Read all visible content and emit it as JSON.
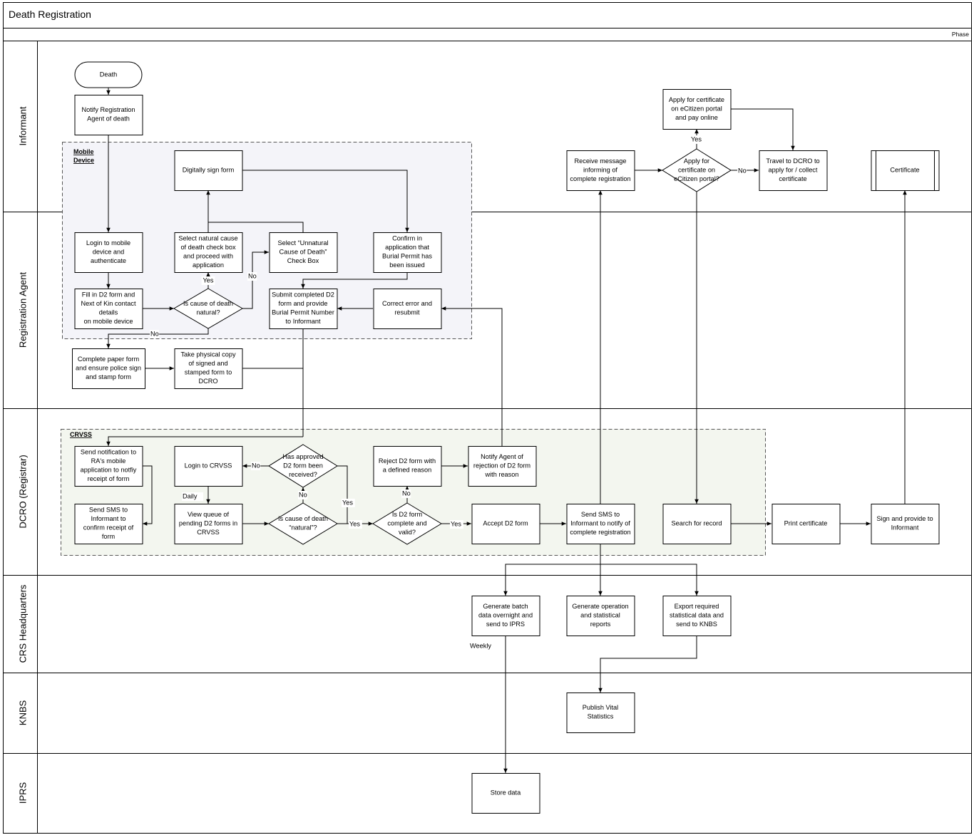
{
  "title": "Death Registration",
  "phase_label": "Phase",
  "lanes": [
    {
      "id": "informant",
      "label": "Informant"
    },
    {
      "id": "agent",
      "label": "Registration Agent"
    },
    {
      "id": "dcro",
      "label": "DCRO (Registrar)"
    },
    {
      "id": "hq",
      "label": "CRS Headquarters"
    },
    {
      "id": "knbs",
      "label": "KNBS"
    },
    {
      "id": "iprs",
      "label": "IPRS"
    }
  ],
  "groups": [
    {
      "id": "mobile",
      "label": [
        "Mobile",
        "Device"
      ]
    },
    {
      "id": "crvss",
      "label": [
        "CRVSS"
      ]
    }
  ],
  "nodes": [
    {
      "id": "death",
      "shape": "terminator",
      "lines": [
        "Death"
      ]
    },
    {
      "id": "notify_agent",
      "shape": "process",
      "lines": [
        "Notify Registration",
        "Agent of death"
      ]
    },
    {
      "id": "digital_sign",
      "shape": "process",
      "lines": [
        "Digitally sign form"
      ]
    },
    {
      "id": "login_mobile",
      "shape": "process",
      "lines": [
        "Login to mobile",
        "device and",
        "authenticate"
      ]
    },
    {
      "id": "select_natural",
      "shape": "process",
      "lines": [
        "Select natural cause",
        "of death check box",
        "and proceed with",
        "application"
      ]
    },
    {
      "id": "select_unnatural",
      "shape": "process",
      "lines": [
        "Select “Unnatural",
        "Cause of Death”",
        "Check Box"
      ]
    },
    {
      "id": "confirm_permit",
      "shape": "process",
      "lines": [
        "Confirm in",
        "application that",
        "Burial Permit has",
        "been issued"
      ]
    },
    {
      "id": "fill_d2",
      "shape": "process",
      "lines": [
        "Fill in D2 form and",
        "Next of Kin contact",
        "details",
        "on mobile device"
      ]
    },
    {
      "id": "cause_natural",
      "shape": "decision",
      "lines": [
        "Is cause of death",
        "natural?"
      ]
    },
    {
      "id": "submit_d2",
      "shape": "process",
      "lines": [
        "Submit completed D2",
        "form and provide",
        "Burial Permit Number",
        "to Informant"
      ]
    },
    {
      "id": "correct_error",
      "shape": "process",
      "lines": [
        "Correct error and",
        "resubmit"
      ]
    },
    {
      "id": "paper_form",
      "shape": "process",
      "lines": [
        "Complete paper form",
        "and ensure police sign",
        "and stamp form"
      ]
    },
    {
      "id": "physical_copy",
      "shape": "process",
      "lines": [
        "Take physical copy",
        "of signed and",
        "stamped form to",
        "DCRO"
      ]
    },
    {
      "id": "send_notification",
      "shape": "process",
      "lines": [
        "Send notification to",
        "RA's mobile",
        "application to notfiy",
        "receipt of form"
      ]
    },
    {
      "id": "login_crvss",
      "shape": "process",
      "lines": [
        "Login to CRVSS"
      ]
    },
    {
      "id": "approved_received",
      "shape": "decision",
      "lines": [
        "Has approved",
        "D2 form been",
        "received?"
      ]
    },
    {
      "id": "reject_d2",
      "shape": "process",
      "lines": [
        "Reject D2 form with",
        "a defined reason"
      ]
    },
    {
      "id": "notify_rejection",
      "shape": "process",
      "lines": [
        "Notify Agent of",
        "rejection of D2 form",
        "with reason"
      ]
    },
    {
      "id": "sms_receipt",
      "shape": "process",
      "lines": [
        "Send SMS to",
        "Informant to",
        "confirm receipt of",
        "form"
      ]
    },
    {
      "id": "view_queue",
      "shape": "process",
      "lines": [
        "View queue of",
        "pending D2 forms in",
        "CRVSS"
      ]
    },
    {
      "id": "cause_natural2",
      "shape": "decision",
      "lines": [
        "Is cause of death",
        "“natural”?"
      ]
    },
    {
      "id": "d2_valid",
      "shape": "decision",
      "lines": [
        "Is D2 form",
        "complete and",
        "valid?"
      ]
    },
    {
      "id": "accept_d2",
      "shape": "process",
      "lines": [
        "Accept D2 form"
      ]
    },
    {
      "id": "sms_complete",
      "shape": "process",
      "lines": [
        "Send SMS to",
        "Informant to notify of",
        "complete registration"
      ]
    },
    {
      "id": "search_record",
      "shape": "process",
      "lines": [
        "Search for record"
      ]
    },
    {
      "id": "print_cert",
      "shape": "process",
      "lines": [
        "Print certificate"
      ]
    },
    {
      "id": "sign_provide",
      "shape": "process",
      "lines": [
        "Sign and provide to",
        "Informant"
      ]
    },
    {
      "id": "receive_msg",
      "shape": "process",
      "lines": [
        "Receive message",
        "informing of",
        "complete registration"
      ]
    },
    {
      "id": "apply_ecitizen_q",
      "shape": "decision",
      "lines": [
        "Apply for",
        "certificate on",
        "eCitizen portal?"
      ]
    },
    {
      "id": "apply_online",
      "shape": "process",
      "lines": [
        "Apply for certificate",
        "on eCitizen portal",
        "and pay online"
      ]
    },
    {
      "id": "travel_dcro",
      "shape": "process",
      "lines": [
        "Travel to DCRO to",
        "apply for / collect",
        "certificate"
      ]
    },
    {
      "id": "certificate",
      "shape": "predefined",
      "lines": [
        "Certificate"
      ]
    },
    {
      "id": "batch_iprs",
      "shape": "process",
      "lines": [
        "Generate batch",
        "data overnight and",
        "send to IPRS"
      ]
    },
    {
      "id": "op_reports",
      "shape": "process",
      "lines": [
        "Generate operation",
        "and statistical",
        "reports"
      ]
    },
    {
      "id": "export_knbs",
      "shape": "process",
      "lines": [
        "Export required",
        "statistical data and",
        "send to KNBS"
      ]
    },
    {
      "id": "publish_stats",
      "shape": "process",
      "lines": [
        "Publish Vital",
        "Statistics"
      ]
    },
    {
      "id": "store_data",
      "shape": "process",
      "lines": [
        "Store data"
      ]
    }
  ],
  "edge_labels": [
    {
      "id": "yes_natural",
      "text": "Yes"
    },
    {
      "id": "no_natural",
      "text": "No"
    },
    {
      "id": "no_mobile",
      "text": "No"
    },
    {
      "id": "no_received",
      "text": "No"
    },
    {
      "id": "no_received2",
      "text": "No"
    },
    {
      "id": "daily",
      "text": "Daily"
    },
    {
      "id": "yes_received",
      "text": "Yes"
    },
    {
      "id": "yes_natural2",
      "text": "Yes"
    },
    {
      "id": "no_valid",
      "text": "No"
    },
    {
      "id": "yes_valid",
      "text": "Yes"
    },
    {
      "id": "yes_portal",
      "text": "Yes"
    },
    {
      "id": "no_portal",
      "text": "No"
    },
    {
      "id": "weekly",
      "text": "Weekly"
    }
  ],
  "colors": {
    "line": "#000000",
    "mobile_fill": "#f4f4f9",
    "crvss_fill": "#f3f6ef",
    "group_border": "#555555"
  }
}
